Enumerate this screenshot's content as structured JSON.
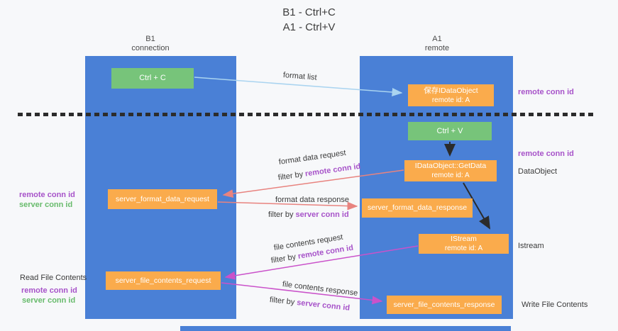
{
  "title": {
    "line1": "B1 - Ctrl+C",
    "line2": "A1 - Ctrl+V"
  },
  "lanes": {
    "left": {
      "name": "B1",
      "role": "connection"
    },
    "right": {
      "name": "A1",
      "role": "remote"
    }
  },
  "boxes": {
    "ctrl_c": {
      "label": "Ctrl + C"
    },
    "ctrl_v": {
      "label": "Ctrl + V"
    },
    "save_dataobject": {
      "title": "保存IDataObject",
      "subtitle": "remote id: A"
    },
    "getdata": {
      "title": "IDataObject::GetData",
      "subtitle": "remote id: A"
    },
    "istream": {
      "title": "IStream",
      "subtitle": "remote id: A"
    },
    "format_request": {
      "label": "server_format_data_request"
    },
    "format_response": {
      "label": "server_format_data_response"
    },
    "file_request": {
      "label": "server_file_contents_request"
    },
    "file_response": {
      "label": "server_file_contents_response"
    }
  },
  "flow_labels": {
    "format_list": "format list",
    "format_request": {
      "line1": "format data request",
      "filter_prefix": "filter by",
      "filter_key": "remote conn id"
    },
    "format_response": {
      "line1": "format data response",
      "filter_prefix": "filter by",
      "filter_key": "server conn id"
    },
    "file_request": {
      "line1": "file contents request",
      "filter_prefix": "filter by",
      "filter_key": "remote conn id"
    },
    "file_response": {
      "line1": "file contents response",
      "filter_prefix": "filter by",
      "filter_key": "server conn id"
    }
  },
  "side_labels": {
    "left_format": {
      "remote": "remote conn id",
      "server": "server conn id"
    },
    "left_file": {
      "title": "Read File Contents",
      "remote": "remote conn id",
      "server": "server conn id"
    },
    "right_top": {
      "remote": "remote conn id"
    },
    "right_mid": {
      "remote": "remote conn id",
      "object": "DataObject"
    },
    "right_istream": {
      "object": "Istream"
    },
    "right_write": {
      "title": "Write File Contents"
    }
  },
  "colors": {
    "lane_blue": "#4a80d6",
    "box_orange": "#faab4c",
    "box_green": "#77c47a",
    "purple_text": "#a753c9",
    "green_text": "#68bb6c",
    "arrow_light_blue": "#aad4f0",
    "arrow_salmon": "#e8837f",
    "arrow_magenta": "#ca52ca",
    "arrow_black": "#2b2b2b",
    "background": "#f7f8fa"
  }
}
